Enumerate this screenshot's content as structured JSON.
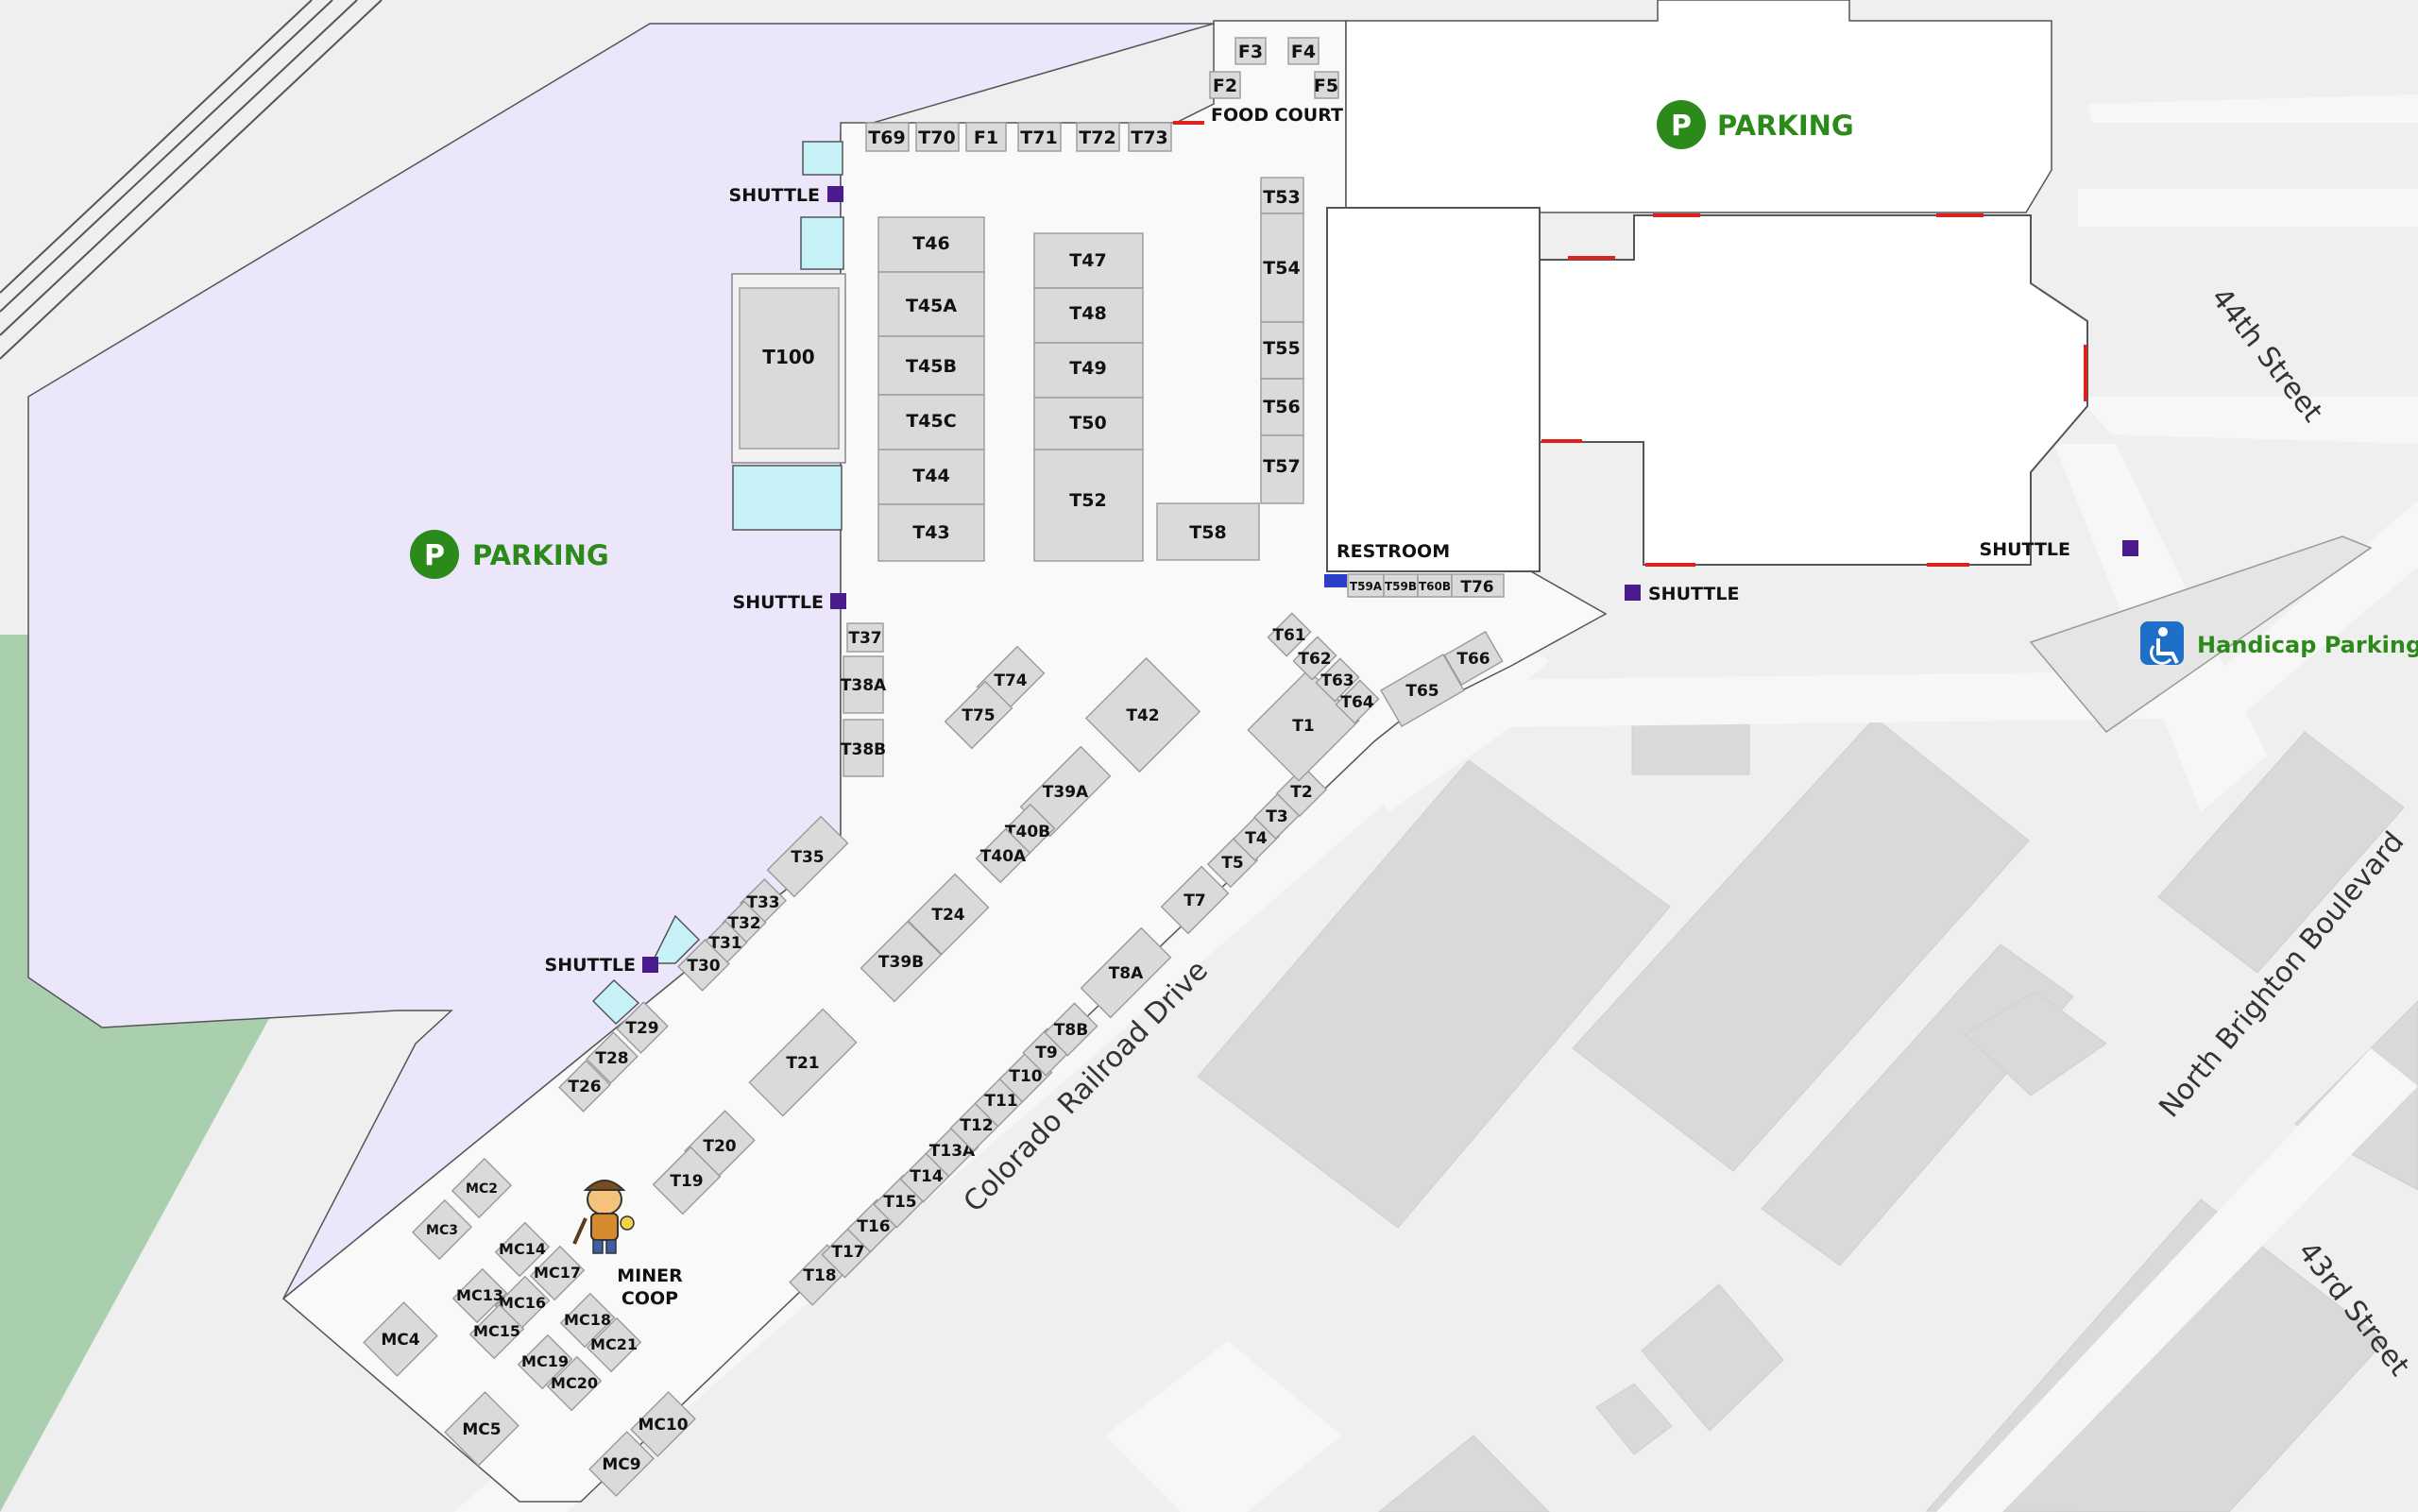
{
  "colors": {
    "parking_lot": "#ece6fb",
    "grass": "#a9cfae",
    "road": "#f7f7f7",
    "building": "#d9d9d9",
    "booth": "#dadada",
    "shuttle": "#4b1a8c",
    "parking_icon": "#2c8a1a",
    "door": "#e01f1f",
    "handicap": "#1e6fc8",
    "tent": "#c6f1f7"
  },
  "labels": {
    "parking": "PARKING",
    "parking_icon": "P",
    "shuttle": "SHUTTLE",
    "food_court": "FOOD COURT",
    "restroom": "RESTROOM",
    "handicap": "Handicap Parking",
    "miner_line1": "MINER",
    "miner_line2": "COOP"
  },
  "streets": {
    "s44": "44th Street",
    "s43": "43rd Street",
    "nbb": "North Brighton Boulevard",
    "crr": "Colorado Railroad Drive"
  },
  "booths": {
    "F1": "F1",
    "F2": "F2",
    "F3": "F3",
    "F4": "F4",
    "F5": "F5",
    "T1": "T1",
    "T2": "T2",
    "T3": "T3",
    "T4": "T4",
    "T5": "T5",
    "T7": "T7",
    "T8A": "T8A",
    "T8B": "T8B",
    "T9": "T9",
    "T10": "T10",
    "T11": "T11",
    "T12": "T12",
    "T13A": "T13A",
    "T14": "T14",
    "T15": "T15",
    "T16": "T16",
    "T17": "T17",
    "T18": "T18",
    "T19": "T19",
    "T20": "T20",
    "T21": "T21",
    "T24": "T24",
    "T26": "T26",
    "T28": "T28",
    "T29": "T29",
    "T30": "T30",
    "T31": "T31",
    "T32": "T32",
    "T33": "T33",
    "T35": "T35",
    "T37": "T37",
    "T38A": "T38A",
    "T38B": "T38B",
    "T39A": "T39A",
    "T39B": "T39B",
    "T40A": "T40A",
    "T40B": "T40B",
    "T42": "T42",
    "T43": "T43",
    "T44": "T44",
    "T45A": "T45A",
    "T45B": "T45B",
    "T45C": "T45C",
    "T46": "T46",
    "T47": "T47",
    "T48": "T48",
    "T49": "T49",
    "T50": "T50",
    "T52": "T52",
    "T53": "T53",
    "T54": "T54",
    "T55": "T55",
    "T56": "T56",
    "T57": "T57",
    "T58": "T58",
    "T59A": "T59A",
    "T59B": "T59B",
    "T60B": "T60B",
    "T61": "T61",
    "T62": "T62",
    "T63": "T63",
    "T64": "T64",
    "T65": "T65",
    "T66": "T66",
    "T69": "T69",
    "T70": "T70",
    "T71": "T71",
    "T72": "T72",
    "T73": "T73",
    "T74": "T74",
    "T75": "T75",
    "T76": "T76",
    "T100": "T100",
    "MC2": "MC2",
    "MC3": "MC3",
    "MC4": "MC4",
    "MC5": "MC5",
    "MC9": "MC9",
    "MC10": "MC10",
    "MC13": "MC13",
    "MC14": "MC14",
    "MC15": "MC15",
    "MC16": "MC16",
    "MC17": "MC17",
    "MC18": "MC18",
    "MC19": "MC19",
    "MC20": "MC20",
    "MC21": "MC21"
  }
}
